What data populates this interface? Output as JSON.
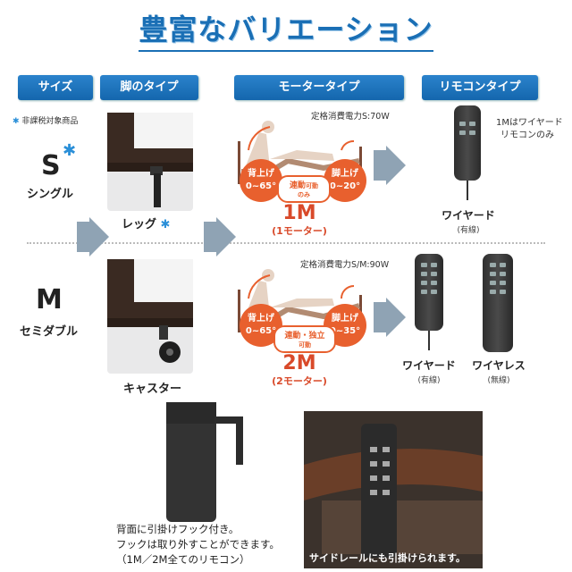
{
  "title": "豊富なバリエーション",
  "headers": {
    "size": "サイズ",
    "leg": "脚のタイプ",
    "motor": "モータータイプ",
    "remote": "リモコンタイプ"
  },
  "note_nontax": "非課税対象商品",
  "sizes": {
    "s": {
      "letter": "S",
      "name": "シングル"
    },
    "m": {
      "letter": "M",
      "name": "セミダブル"
    }
  },
  "legs": {
    "leg": "レッグ",
    "caster": "キャスター"
  },
  "motor_1m": {
    "power": "定格消費電力S:70W",
    "back_title": "背上げ",
    "back_range": "0~65°",
    "leg_title": "脚上げ",
    "leg_range": "0~20°",
    "mode1": "連動",
    "mode2": "可動",
    "mode3": "のみ",
    "big": "1M",
    "small": "(1モーター)"
  },
  "motor_2m": {
    "power": "定格消費電力S/M:90W",
    "back_title": "背上げ",
    "back_range": "0~65°",
    "leg_title": "脚上げ",
    "leg_range": "0~35°",
    "mode1": "連動・独立",
    "mode2": "可動",
    "big": "2M",
    "small": "(2モーター)"
  },
  "remote_1m": {
    "note1": "1Mはワイヤード",
    "note2": "リモコンのみ",
    "cap": "ワイヤード",
    "sub": "(有線)"
  },
  "remote_2m": {
    "wired_cap": "ワイヤード",
    "wired_sub": "(有線)",
    "wireless_cap": "ワイヤレス",
    "wireless_sub": "(無線)"
  },
  "bottom": {
    "line1": "背面に引掛けフック付き。",
    "line2": "フックは取り外すことができます。",
    "line3": "（1M／2M全てのリモコン）",
    "photo_caption": "サイドレールにも引掛けられます。"
  },
  "colors": {
    "accent_blue": "#1a6fb5",
    "accent_red": "#d94a2a",
    "accent_orange": "#e8602e"
  }
}
